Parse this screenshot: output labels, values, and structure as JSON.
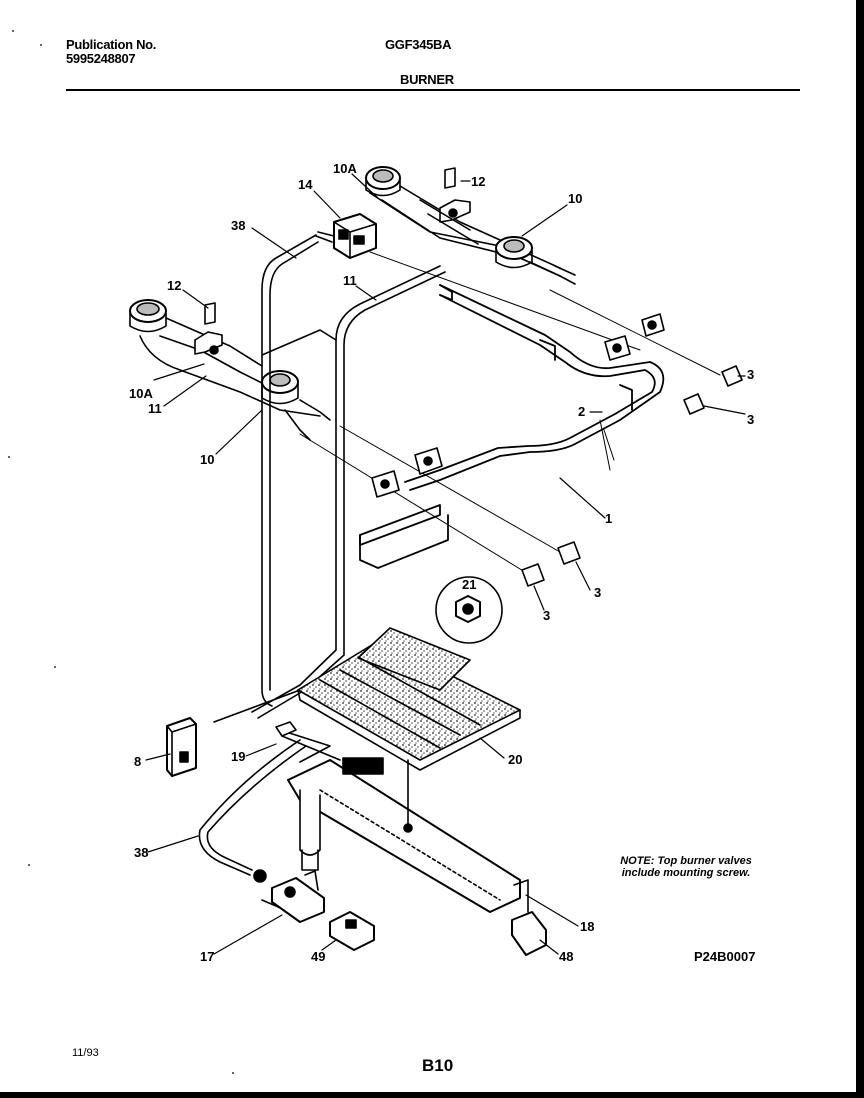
{
  "header": {
    "publication_label": "Publication No.",
    "publication_number": "5995248807",
    "model": "GGF345BA",
    "section": "BURNER"
  },
  "callouts": [
    {
      "id": "c-10A-top",
      "text": "10A"
    },
    {
      "id": "c-12-top",
      "text": "12"
    },
    {
      "id": "c-10-top",
      "text": "10"
    },
    {
      "id": "c-14",
      "text": "14"
    },
    {
      "id": "c-38-top",
      "text": "38"
    },
    {
      "id": "c-11-top",
      "text": "11"
    },
    {
      "id": "c-12-left",
      "text": "12"
    },
    {
      "id": "c-10A-left",
      "text": "10A"
    },
    {
      "id": "c-11-left",
      "text": "11"
    },
    {
      "id": "c-10-left",
      "text": "10"
    },
    {
      "id": "c-3-a",
      "text": "3"
    },
    {
      "id": "c-3-b",
      "text": "3"
    },
    {
      "id": "c-2",
      "text": "2"
    },
    {
      "id": "c-1",
      "text": "1"
    },
    {
      "id": "c-21",
      "text": "21"
    },
    {
      "id": "c-3-c",
      "text": "3"
    },
    {
      "id": "c-3-d",
      "text": "3"
    },
    {
      "id": "c-8",
      "text": "8"
    },
    {
      "id": "c-19",
      "text": "19"
    },
    {
      "id": "c-20",
      "text": "20"
    },
    {
      "id": "c-38-bottom",
      "text": "38"
    },
    {
      "id": "c-18",
      "text": "18"
    },
    {
      "id": "c-17",
      "text": "17"
    },
    {
      "id": "c-49",
      "text": "49"
    },
    {
      "id": "c-48",
      "text": "48"
    }
  ],
  "note": {
    "line1": "NOTE: Top burner valves",
    "line2": "include mounting screw."
  },
  "drawing_id": "P24B0007",
  "footer": {
    "date": "11/93",
    "page": "B10"
  }
}
